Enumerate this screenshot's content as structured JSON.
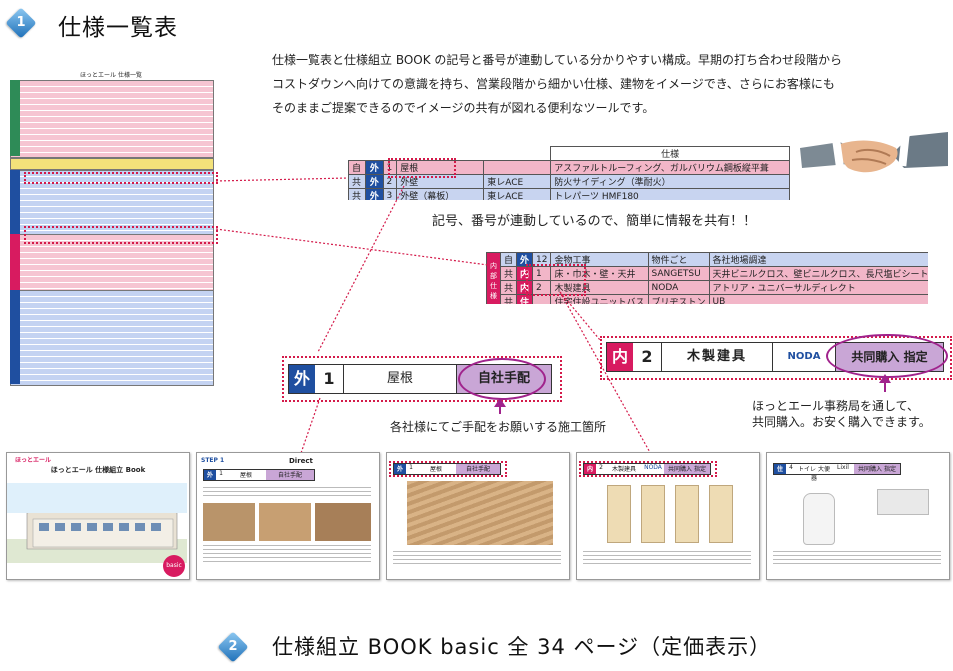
{
  "section1": {
    "num": "1",
    "title": "仕様一覧表"
  },
  "description": [
    "仕様一覧表と仕様組立 BOOK の記号と番号が連動している分かりやすい構成。早期の打ち合わせ段階から",
    "コストダウンへ向けての意識を持ち、営業段階から細かい仕様、建物をイメージでき、さらにお客様にも",
    "そのままご提案できるのでイメージの共有が図れる便利なツールです。"
  ],
  "spec_sheet": {
    "title": "ほっとエール 仕様一覧"
  },
  "zoom_ext": {
    "header": "仕様",
    "rows": [
      {
        "kind": "自",
        "cat": "外",
        "no": "1",
        "item": "屋根",
        "maker": "",
        "spec": "アスファルトルーフィング、ガルバリウム鋼板縦平葺"
      },
      {
        "kind": "共",
        "cat": "外",
        "no": "2",
        "item": "外壁",
        "maker": "東レACE",
        "spec": "防火サイディング（準耐火）"
      },
      {
        "kind": "共",
        "cat": "外",
        "no": "3",
        "item": "外壁（幕板）",
        "maker": "東レACE",
        "spec": "トレパーツ HMF180"
      }
    ]
  },
  "caption_center": "記号、番号が連動しているので、簡単に情報を共有！！",
  "zoom_int": {
    "side": "内部仕様",
    "rows": [
      {
        "kind": "自",
        "cat": "外",
        "no": "12",
        "item": "金物工事",
        "maker": "物件ごと",
        "spec": "各社地場調達"
      },
      {
        "kind": "共",
        "cat": "内",
        "no": "1",
        "item": "床・巾木・壁・天井",
        "maker": "SANGETSU",
        "spec": "天井ビニルクロス、壁ビニルクロス、長尺塩ビシート、巾木"
      },
      {
        "kind": "共",
        "cat": "内",
        "no": "2",
        "item": "木製建具",
        "maker": "NODA",
        "spec": "アトリア・ユニバーサルディレクト"
      },
      {
        "kind": "共",
        "cat": "住",
        "no": "",
        "item": "住宅住設ユニットバス",
        "maker": "ブリヂストン",
        "spec": "UB"
      }
    ]
  },
  "badge_ext": {
    "cat": "外",
    "no": "1",
    "item": "屋根",
    "label": "自社手配"
  },
  "badge_int": {
    "cat": "内",
    "no": "2",
    "item": "木製建具",
    "maker": "NODA",
    "label": "共同購入 指定"
  },
  "caption_left": "各社様にてご手配をお願いする施工箇所",
  "caption_right": [
    "ほっとエール事務局を通して、",
    "共同購入。お安く購入できます。"
  ],
  "handshake_icon": "handshake-icon",
  "book_pages": [
    {
      "title": "ほっとエール 仕様組立 Book",
      "sub": "basic",
      "logo": "ほっとエール"
    },
    {
      "step": "STEP 1",
      "title": "Direct",
      "cat": "外",
      "no": "1",
      "item": "屋根",
      "label": "自社手配"
    },
    {
      "cat": "外",
      "no": "1",
      "item": "屋根",
      "label": "自社手配"
    },
    {
      "cat": "内",
      "no": "2",
      "item": "木製建具",
      "maker": "NODA",
      "label": "共同購入 指定"
    },
    {
      "cat": "住",
      "no": "4",
      "item": "トイレ 大便器",
      "maker": "Lixil",
      "label": "共同購入 指定"
    }
  ],
  "section2": {
    "num": "2",
    "title": "仕様組立 BOOK basic 全 34 ページ（定価表示）"
  },
  "colors": {
    "accent_blue": "#1f4fa0",
    "accent_pink": "#d81b60",
    "ellipse": "#a0238c",
    "dotted": "#d41a4a",
    "label_bg": "#c9a6d6"
  }
}
